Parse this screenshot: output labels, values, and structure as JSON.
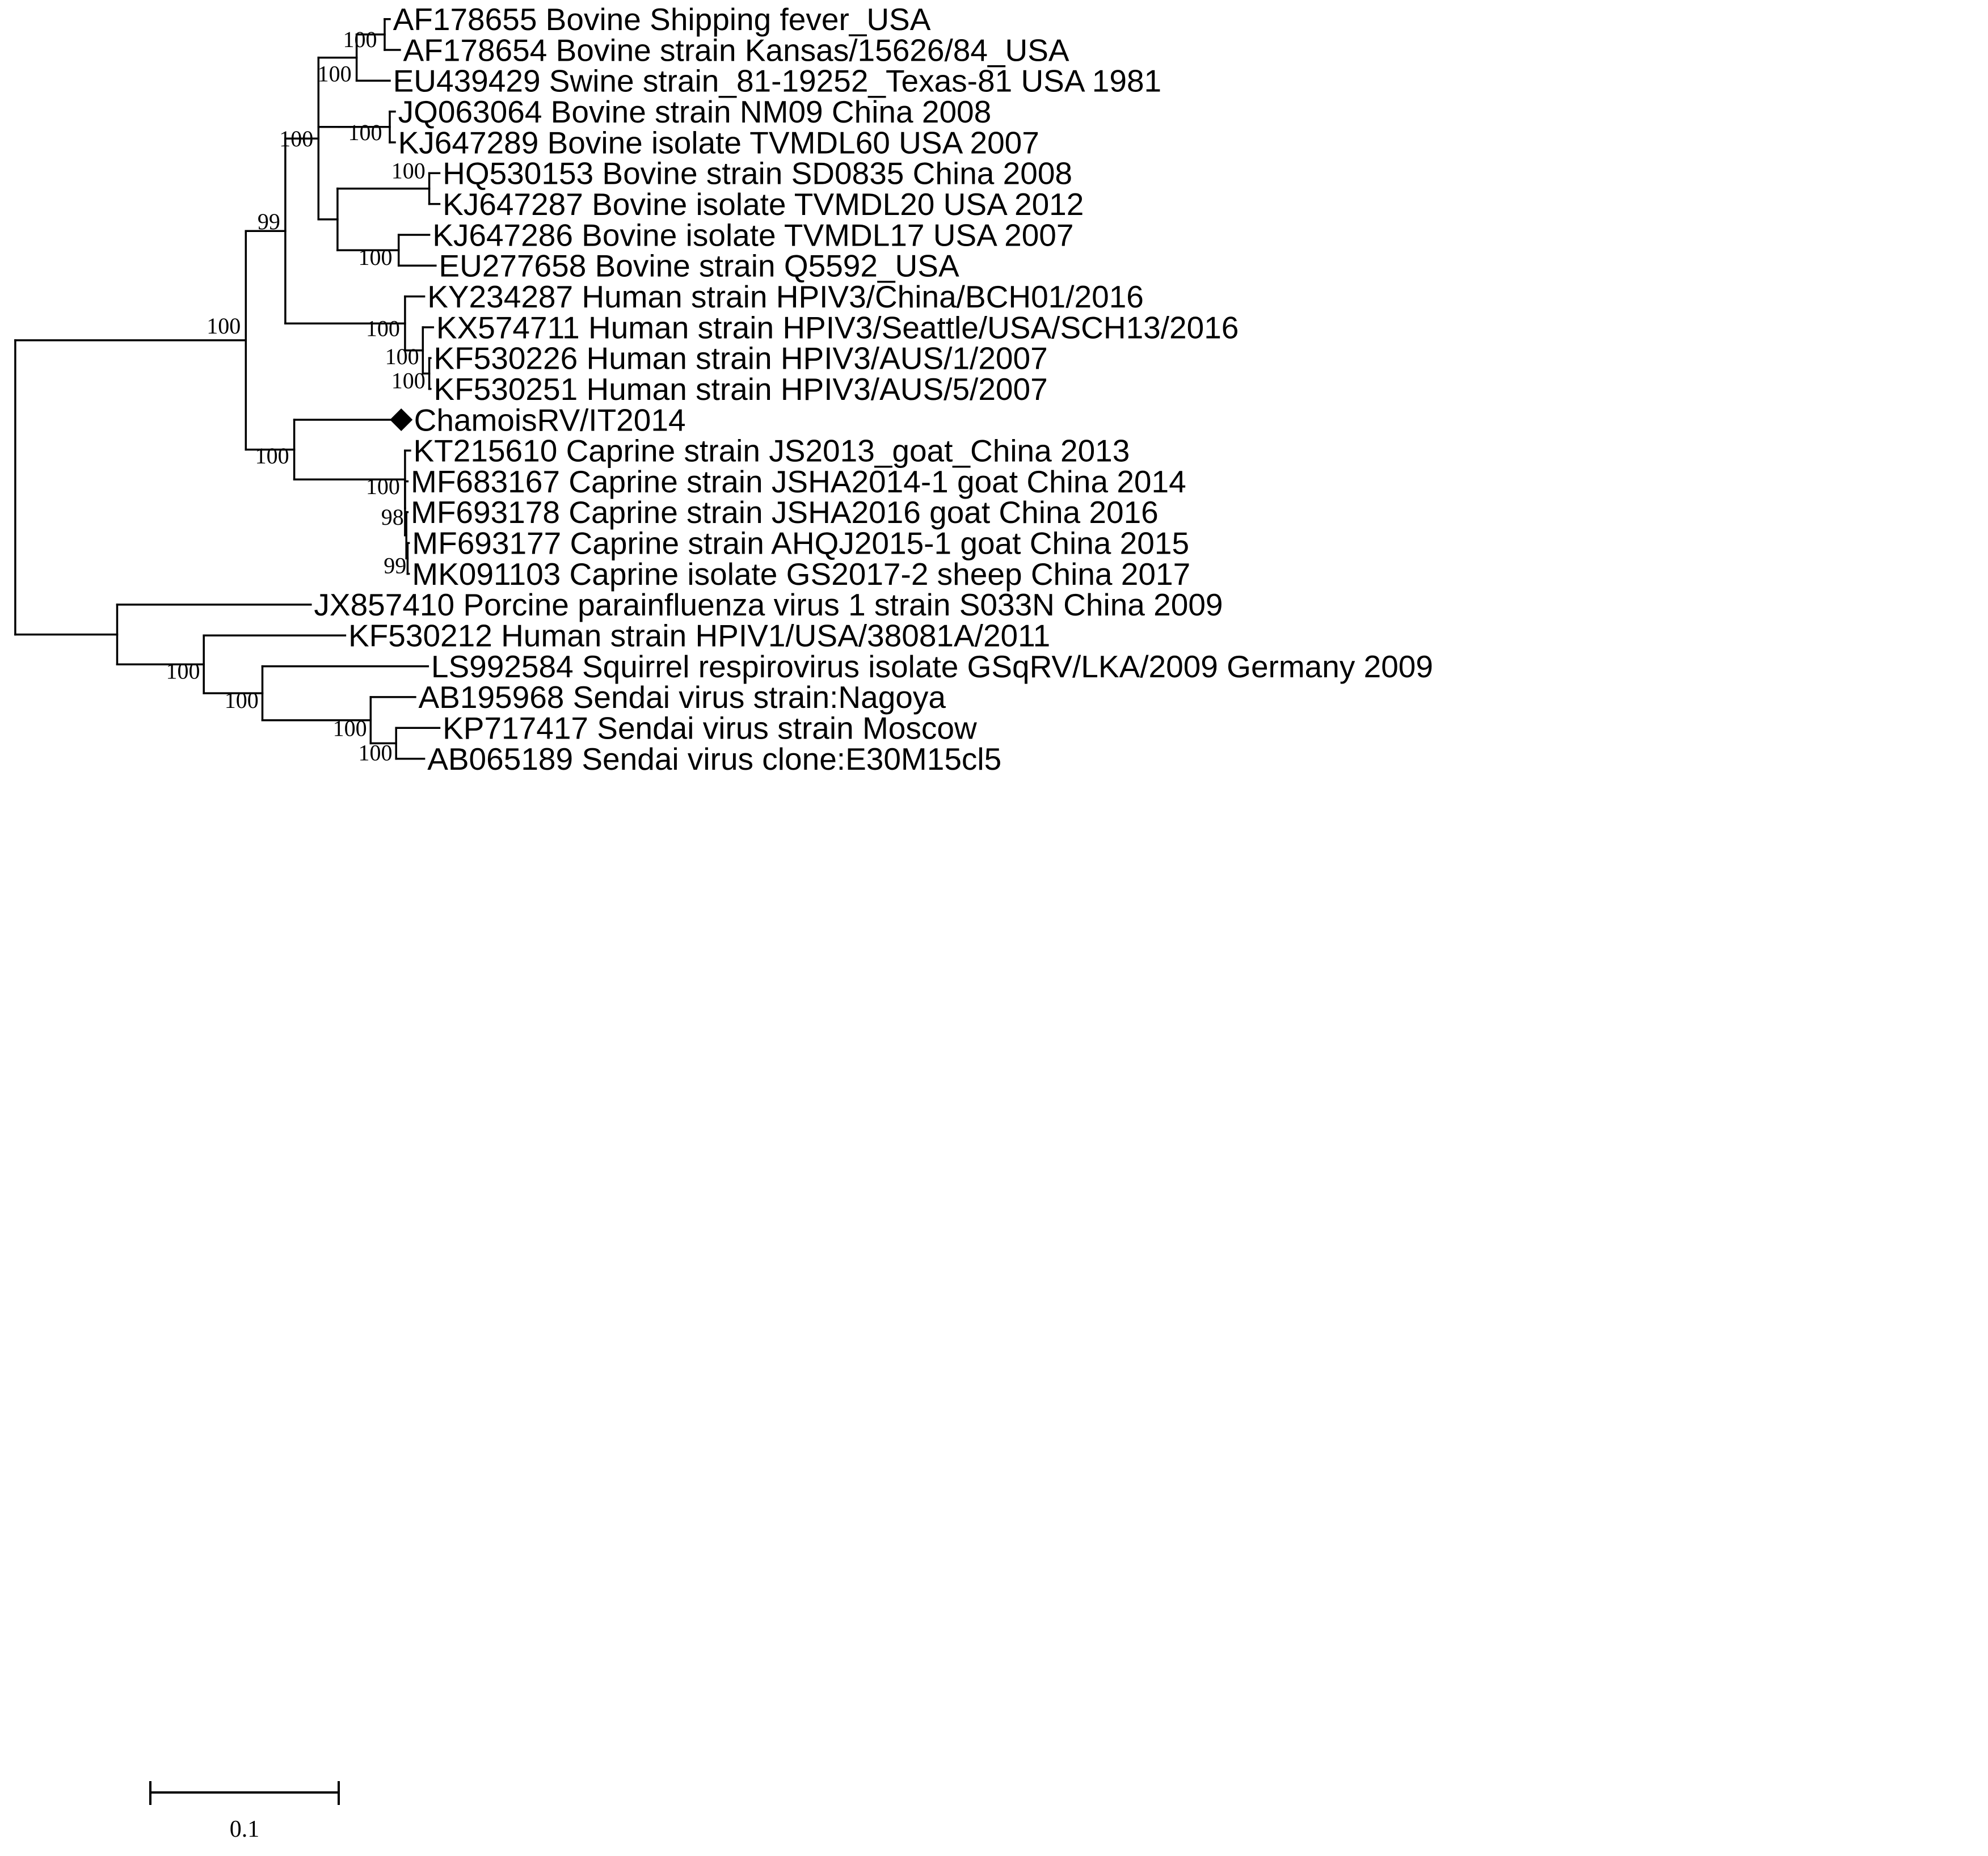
{
  "tree": {
    "leaves": {
      "AF178655": "AF178655 Bovine Shipping fever_USA",
      "AF178654": "AF178654 Bovine strain Kansas/15626/84_USA",
      "EU439429": "EU439429 Swine strain_81-19252_Texas-81 USA 1981",
      "JQ063064": "JQ063064 Bovine strain NM09 China 2008",
      "KJ647289": "KJ647289 Bovine isolate TVMDL60 USA 2007",
      "HQ530153": "HQ530153 Bovine strain SD0835 China 2008",
      "KJ647287": "KJ647287 Bovine  isolate TVMDL20 USA 2012",
      "KJ647286": "KJ647286 Bovine isolate TVMDL17 USA 2007",
      "EU277658": "EU277658 Bovine strain Q5592_USA",
      "KY234287": "KY234287 Human strain HPIV3/China/BCH01/2016",
      "KX574711": "KX574711 Human strain HPIV3/Seattle/USA/SCH13/2016",
      "KF530226": "KF530226 Human strain HPIV3/AUS/1/2007",
      "KF530251": "KF530251 Human strain HPIV3/AUS/5/2007",
      "Chamois": "ChamoisRV/IT2014",
      "KT215610": "KT215610 Caprine strain JS2013_goat_China 2013",
      "MF683167": "MF683167 Caprine strain JSHA2014-1 goat China 2014",
      "MF693178": "MF693178 Caprine strain JSHA2016 goat China 2016",
      "MF693177": "MF693177 Caprine strain AHQJ2015-1 goat China 2015",
      "MK091103": "MK091103 Caprine isolate GS2017-2 sheep China 2017",
      "JX857410": "JX857410 Porcine parainfluenza virus 1 strain S033N China 2009",
      "KF530212": "KF530212 Human strain HPIV1/USA/38081A/2011",
      "LS992584": "LS992584 Squirrel respirovirus isolate GSqRV/LKA/2009 Germany 2009",
      "AB195968": "AB195968 Sendai virus strain:Nagoya",
      "KP717417": "KP717417 Sendai virus strain Moscow",
      "AB065189": "AB065189 Sendai virus clone:E30M15cl5"
    },
    "bootstrap": {
      "af_pair": "100",
      "af_eu": "100",
      "jq_kj": "100",
      "bovine_all": "100",
      "hq_kj": "100",
      "kj_eu": "100",
      "hpiv3_root": "99",
      "hpiv3": "100",
      "kx_group": "100",
      "kf_pair": "100",
      "hpiv3_bovine": "100",
      "caprine_chamois": "100",
      "caprine_group": "100",
      "mf_sub": "98",
      "mf_mk": "99",
      "outgroup_hpiv1": "100",
      "squirrel_sendai": "100",
      "sendai": "100",
      "kp_ab": "100"
    },
    "marker": "diamond",
    "marked_leaf": "Chamois",
    "line_color": "#000000"
  },
  "scale_bar": {
    "label": "0.1",
    "value": 0.1
  }
}
